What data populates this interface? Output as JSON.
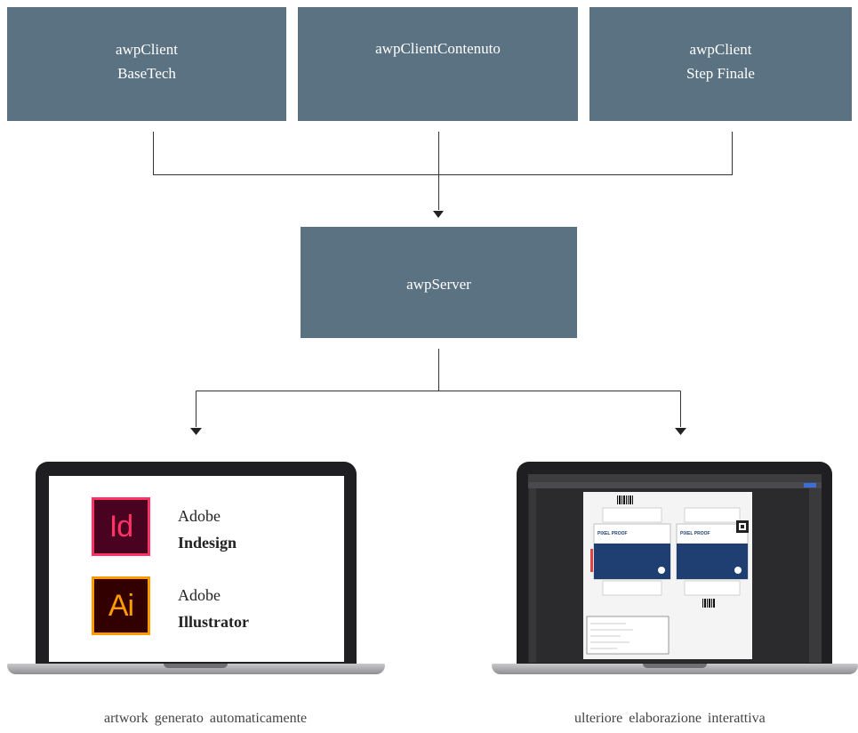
{
  "clients": [
    {
      "line1": "awpClient",
      "line2": "BaseTech"
    },
    {
      "line1": "awpClientContenuto",
      "line2": ""
    },
    {
      "line1": "awpClient",
      "line2": "Step Finale"
    }
  ],
  "server": {
    "label": "awpServer"
  },
  "left_laptop": {
    "apps": [
      {
        "icon": "Id",
        "vendor": "Adobe",
        "name": "Indesign"
      },
      {
        "icon": "Ai",
        "vendor": "Adobe",
        "name": "Illustrator"
      }
    ],
    "caption": "artwork generato automaticamente"
  },
  "right_laptop": {
    "brand_text": "PIXEL PROOF",
    "caption": "ulteriore elaborazione interattiva"
  },
  "colors": {
    "node_fill": "#5b7282",
    "indesign_accent": "#ff3366",
    "illustrator_accent": "#ff9a00",
    "packaging_blue": "#1f3f73"
  }
}
